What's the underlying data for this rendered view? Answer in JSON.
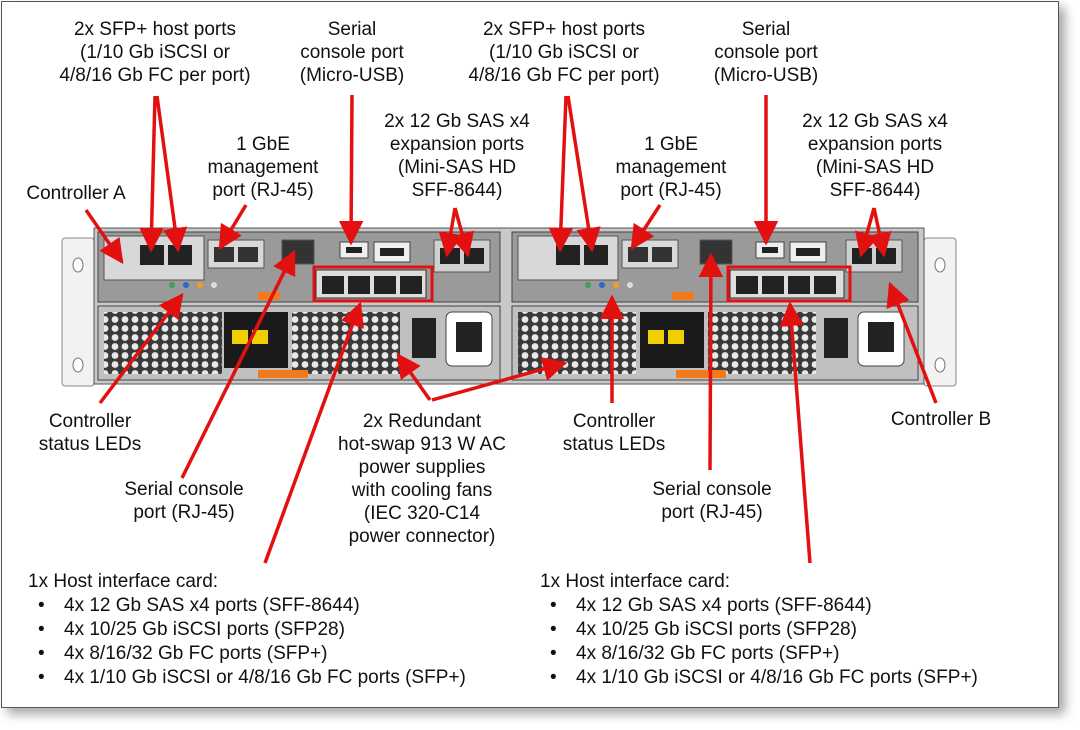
{
  "labels": {
    "sfp_host_ports_a": [
      "2x SFP+ host ports",
      "(1/10 Gb iSCSI or",
      "4/8/16 Gb FC per port)"
    ],
    "serial_console_usb_a": [
      "Serial",
      "console port",
      "(Micro-USB)"
    ],
    "sfp_host_ports_b": [
      "2x SFP+ host ports",
      "(1/10 Gb iSCSI or",
      "4/8/16 Gb FC per port)"
    ],
    "serial_console_usb_b": [
      "Serial",
      "console port",
      "(Micro-USB)"
    ],
    "mgmt_port_a": [
      "1 GbE",
      "management",
      "port (RJ-45)"
    ],
    "sas_expansion_a": [
      "2x 12 Gb SAS x4",
      "expansion ports",
      "(Mini-SAS HD",
      "SFF-8644)"
    ],
    "mgmt_port_b": [
      "1 GbE",
      "management",
      "port (RJ-45)"
    ],
    "sas_expansion_b": [
      "2x 12 Gb SAS x4",
      "expansion ports",
      "(Mini-SAS HD",
      "SFF-8644)"
    ],
    "controller_a": "Controller A",
    "controller_b": "Controller B",
    "status_leds_a": [
      "Controller",
      "status LEDs"
    ],
    "status_leds_b": [
      "Controller",
      "status LEDs"
    ],
    "power_supplies": [
      "2x Redundant",
      "hot-swap 913 W AC",
      "power supplies",
      "with cooling fans",
      "(IEC 320-C14",
      "power connector)"
    ],
    "serial_rj45_a": [
      "Serial console",
      "port (RJ-45)"
    ],
    "serial_rj45_b": [
      "Serial console",
      "port (RJ-45)"
    ]
  },
  "host_card_a": {
    "title": "1x Host interface card:",
    "items": [
      "4x 12 Gb SAS x4 ports (SFF-8644)",
      "4x 10/25 Gb iSCSI ports (SFP28)",
      "4x 8/16/32 Gb FC ports (SFP+)",
      "4x 1/10 Gb iSCSI or 4/8/16 Gb FC ports (SFP+)"
    ]
  },
  "host_card_b": {
    "title": "1x Host interface card:",
    "items": [
      "4x 12 Gb SAS x4 ports (SFF-8644)",
      "4x 10/25 Gb iSCSI ports (SFP28)",
      "4x 8/16/32 Gb FC ports (SFP+)",
      "4x 1/10 Gb iSCSI or 4/8/16 Gb FC ports (SFP+)"
    ]
  },
  "colors": {
    "callout": "#e31010",
    "chassis": "#b8b8b8",
    "orange_handle": "#f07a1e"
  }
}
